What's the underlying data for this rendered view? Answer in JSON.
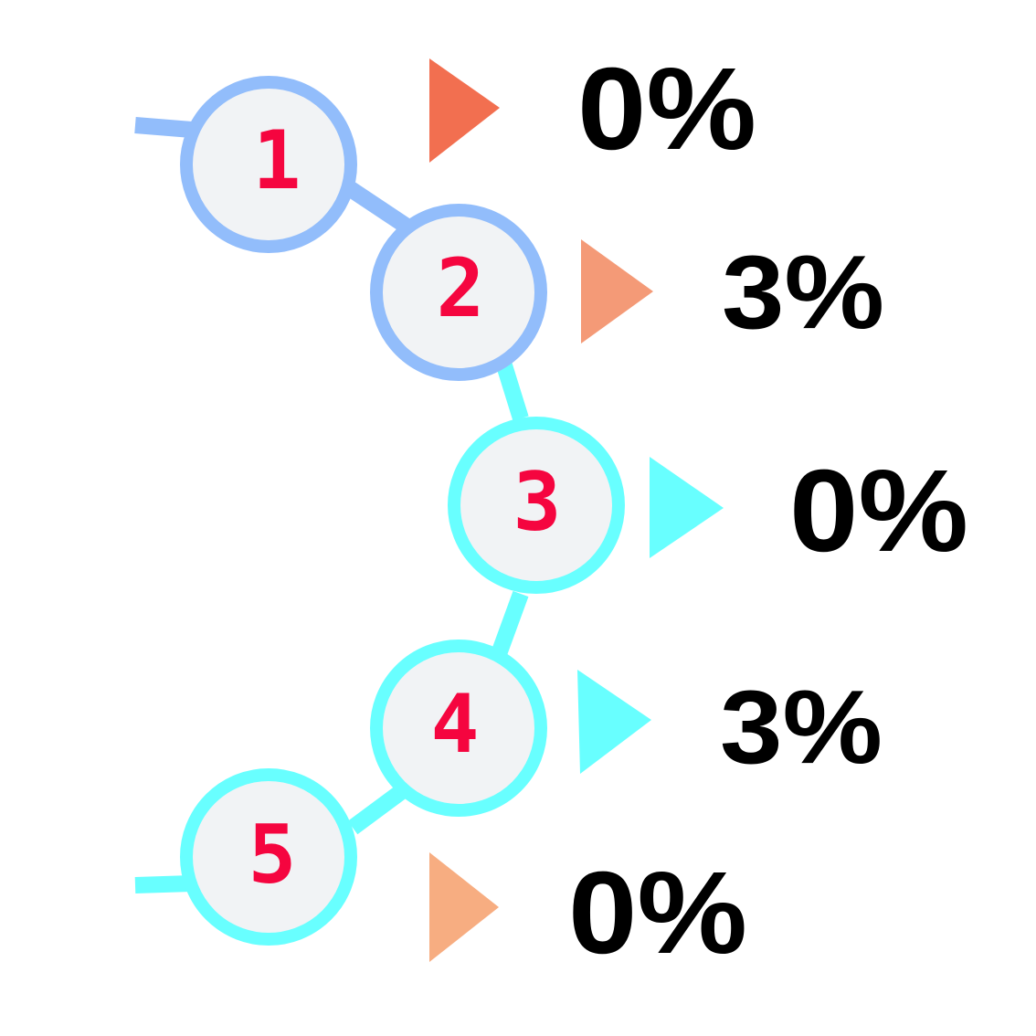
{
  "steps": [
    {
      "number": "1",
      "value": "0%",
      "ring_color": "#92bdfb",
      "arrow_color": "#f26f50"
    },
    {
      "number": "2",
      "value": "3%",
      "ring_color": "#92bdfb",
      "arrow_color": "#f49a77"
    },
    {
      "number": "3",
      "value": "0%",
      "ring_color": "#68ffff",
      "arrow_color": "#68ffff"
    },
    {
      "number": "4",
      "value": "3%",
      "ring_color": "#68ffff",
      "arrow_color": "#68ffff"
    },
    {
      "number": "5",
      "value": "0%",
      "ring_color": "#68ffff",
      "arrow_color": "#f7ad81"
    }
  ],
  "node_fill": "#f1f3f5"
}
